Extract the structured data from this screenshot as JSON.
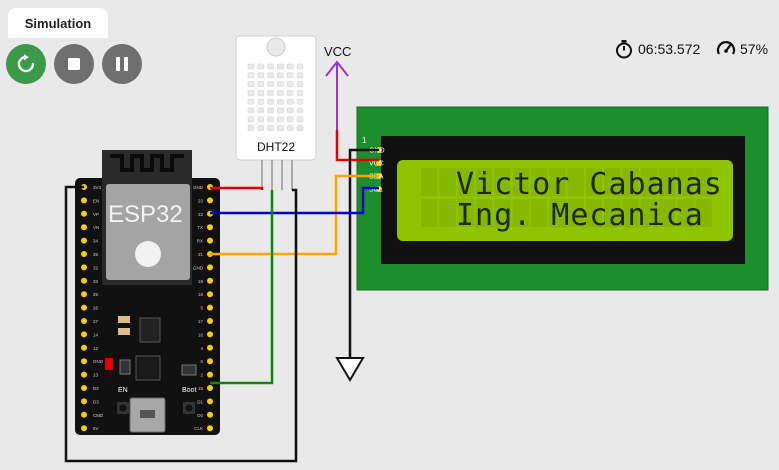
{
  "sim_tab": {
    "label": "Simulation"
  },
  "toolbar": {
    "restart_icon": "restart-icon",
    "stop_icon": "stop-icon",
    "pause_icon": "pause-icon"
  },
  "status": {
    "elapsed": "06:53.572",
    "speed": "57%",
    "timer_icon": "stopwatch-icon",
    "speed_icon": "gauge-icon"
  },
  "components": {
    "esp32": {
      "label": "ESP32",
      "en_label": "EN",
      "boot_label": "Boot",
      "left_pins": [
        "3V3",
        "EN",
        "VP",
        "VN",
        "34",
        "35",
        "32",
        "33",
        "25",
        "26",
        "27",
        "14",
        "12",
        "GND",
        "13",
        "D2",
        "D3",
        "CMD",
        "5V"
      ],
      "right_pins": [
        "GND",
        "23",
        "22",
        "TX",
        "RX",
        "21",
        "GND",
        "19",
        "18",
        "5",
        "17",
        "16",
        "4",
        "0",
        "2",
        "15",
        "D1",
        "D0",
        "CLK"
      ]
    },
    "dht22": {
      "label": "DHT22"
    },
    "lcd": {
      "line1": "Victor Cabanas",
      "line2": "Ing. Mecanica",
      "pin_number": "1",
      "pins": [
        "GND",
        "VCC",
        "SDA",
        "SCL"
      ]
    },
    "vcc": {
      "label": "VCC"
    }
  },
  "colors": {
    "background": "#e9e9e9",
    "pcb_green": "#1c8e2c",
    "lcd_screen": "#8fc400",
    "wire_red": "#e00000",
    "wire_blue": "#0000d0",
    "wire_orange": "#ffa500",
    "wire_green": "#0a8a0a",
    "vcc_purple": "#9933cc"
  }
}
